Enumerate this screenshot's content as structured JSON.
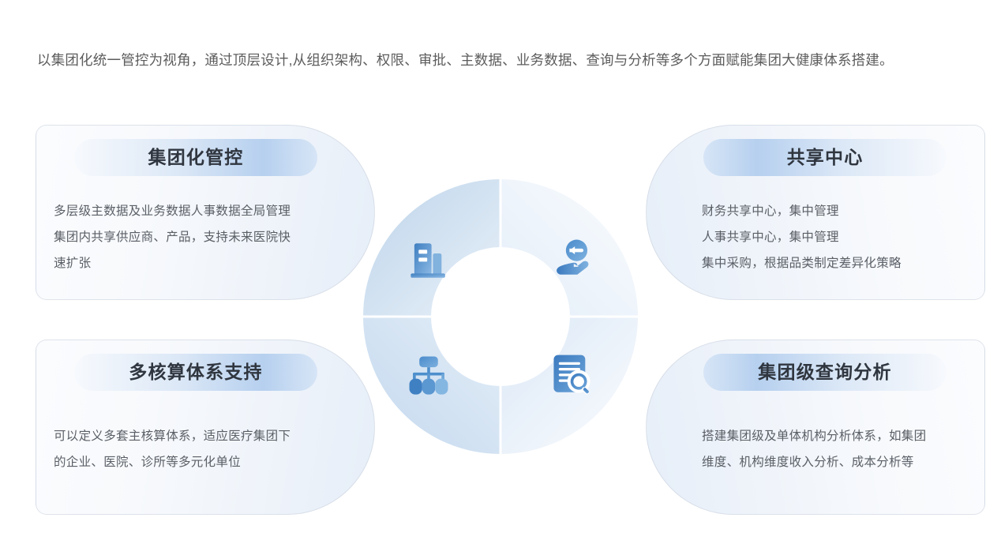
{
  "intro": {
    "text": "以集团化统一管控为视角，通过顶层设计,从组织架构、权限、审批、主数据、业务数据、查询与分析等多个方面赋能集团大健康体系搭建。"
  },
  "colors": {
    "accent_blue": "#3f7fc1",
    "accent_light_blue": "#8bb8e3",
    "ring_fill_strong": "#c4d9ee",
    "ring_fill_soft": "#eef4fb",
    "title_text": "#30363f",
    "body_text": "#5a5f66",
    "intro_text": "#5c5c5c",
    "card_border": "#c8cfdb",
    "page_background": "#ffffff"
  },
  "cards": [
    {
      "id": "group-control",
      "position": "top-left",
      "title": "集团化管控",
      "lines": [
        "多层级主数据及业务数据人事数据全局管理",
        "集团内共享供应商、产品，支持未来医院快",
        "速扩张"
      ]
    },
    {
      "id": "shared-center",
      "position": "top-right",
      "title": "共享中心",
      "lines": [
        "财务共享中心，集中管理",
        "人事共享中心，集中管理",
        "集中采购，根据品类制定差异化策略"
      ]
    },
    {
      "id": "multi-accounting",
      "position": "bottom-left",
      "title": "多核算体系支持",
      "lines": [
        "可以定义多套主核算体系，适应医疗集团下",
        "的企业、医院、诊所等多元化单位"
      ]
    },
    {
      "id": "group-query-analysis",
      "position": "bottom-right",
      "title": "集团级查询分析",
      "lines": [
        "搭建集团级及单体机构分析体系，如集团",
        "维度、机构维度收入分析、成本分析等"
      ]
    }
  ],
  "ring": {
    "segments": [
      {
        "id": "top-left",
        "icon": "building-icon",
        "linked_card": "group-control"
      },
      {
        "id": "top-right",
        "icon": "person-hand-icon",
        "linked_card": "shared-center"
      },
      {
        "id": "bottom-left",
        "icon": "org-chart-icon",
        "linked_card": "multi-accounting"
      },
      {
        "id": "bottom-right",
        "icon": "document-search-icon",
        "linked_card": "group-query-analysis"
      }
    ]
  }
}
